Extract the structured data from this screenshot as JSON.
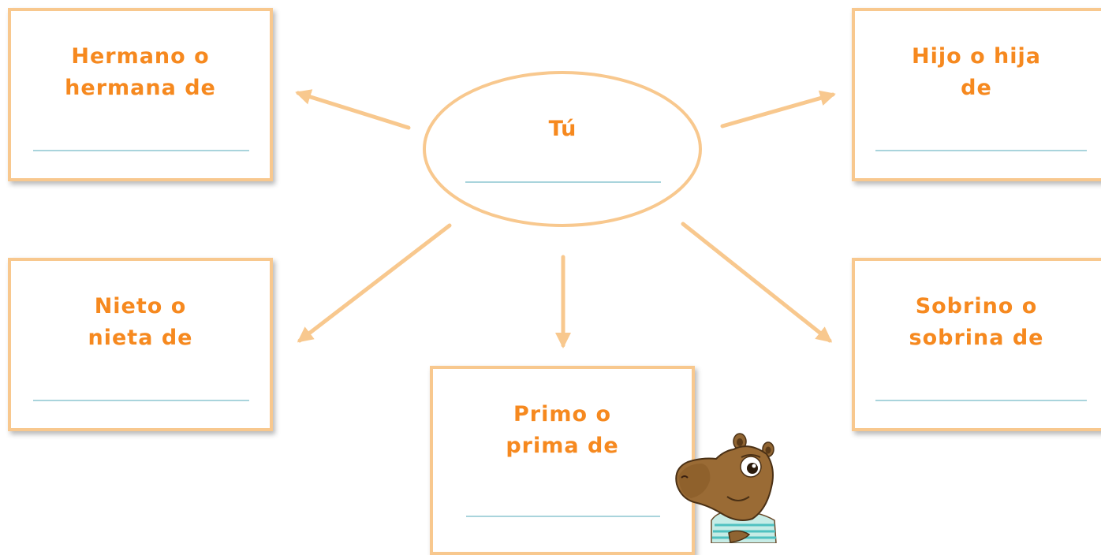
{
  "center": {
    "label": "Tú"
  },
  "boxes": {
    "hermano": {
      "label": "Hermano o\nhermana de"
    },
    "hijo": {
      "label": "Hijo o hija\nde"
    },
    "nieto": {
      "label": "Nieto o\nnieta de"
    },
    "primo": {
      "label": "Primo o\nprima de"
    },
    "sobrino": {
      "label": "Sobrino o\nsobrina de"
    }
  },
  "colors": {
    "label": "#f6891f",
    "border": "#f8c88e",
    "arrow": "#f8c88e",
    "answer_line": "#a9d4dc"
  },
  "decorations": {
    "mascot": "capybara-mascot-icon"
  }
}
